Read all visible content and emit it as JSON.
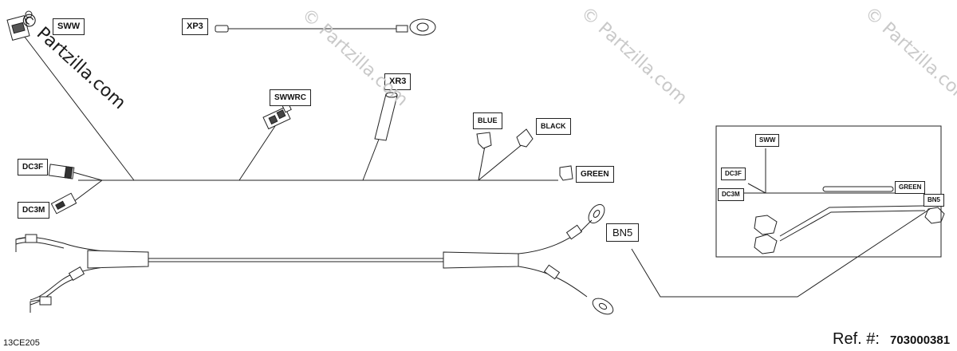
{
  "labels": {
    "sww": "SWW",
    "xp3": "XP3",
    "xr3": "XR3",
    "swwrc": "SWWRC",
    "blue": "BLUE",
    "black": "BLACK",
    "green": "GREEN",
    "dc3f": "DC3F",
    "dc3m": "DC3M",
    "bn5": "BN5"
  },
  "inset_labels": {
    "sww": "SWW",
    "dc3f": "DC3F",
    "dc3m": "DC3M",
    "green": "GREEN",
    "bn5": "BN5"
  },
  "watermarks": [
    "© Partzilla.com",
    "© Partzilla.com",
    "© Partzilla.com",
    "© Partzilla.com"
  ],
  "footer": {
    "code": "13CE205",
    "ref_label": "Ref. #:",
    "ref_number": "703000381"
  }
}
